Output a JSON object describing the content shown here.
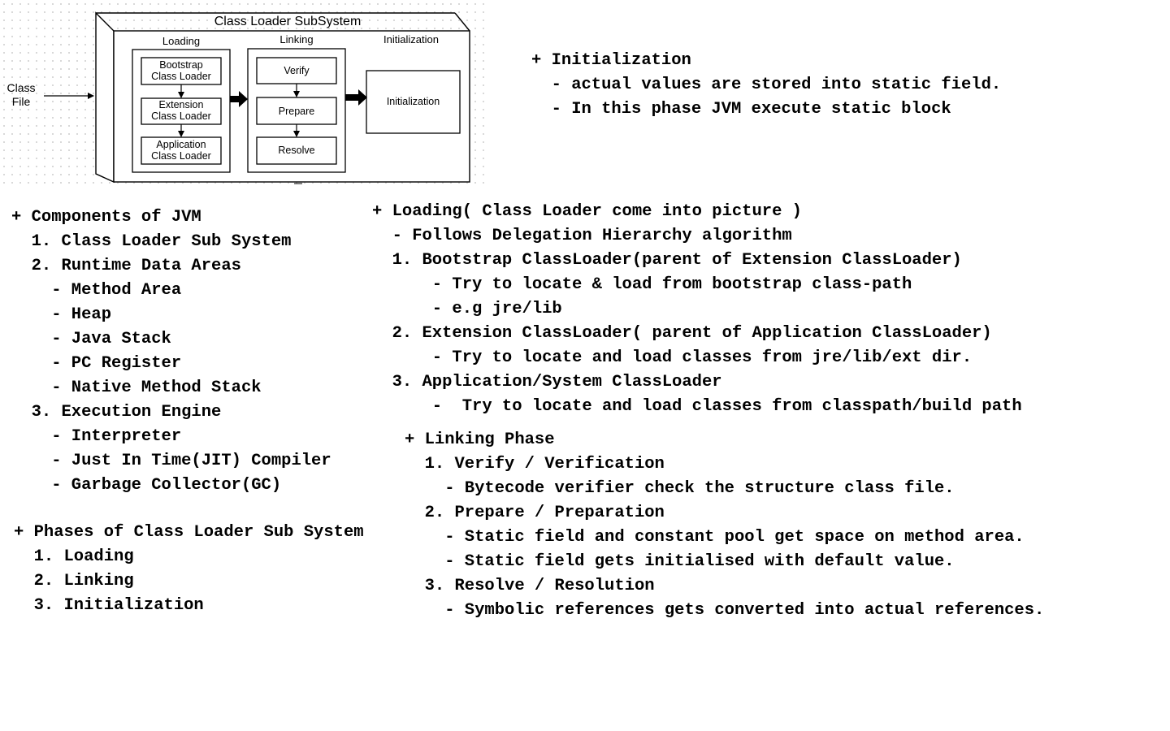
{
  "diagram": {
    "title": "Class Loader SubSystem",
    "input_label": "Class\nFile",
    "loading": {
      "header": "Loading",
      "boxes": [
        "Bootstrap\nClass Loader",
        "Extension\nClass Loader",
        "Application\nClass Loader"
      ]
    },
    "linking": {
      "header": "Linking",
      "boxes": [
        "Verify",
        "Prepare",
        "Resolve"
      ]
    },
    "initialization": {
      "header": "Initialization",
      "box": "Initialization"
    }
  },
  "notes": {
    "initialization": [
      "+ Initialization",
      "  - actual values are stored into static field.",
      "  - In this phase JVM execute static block"
    ],
    "components": [
      "+ Components of JVM",
      "  1. Class Loader Sub System",
      "  2. Runtime Data Areas",
      "    - Method Area",
      "    - Heap",
      "    - Java Stack",
      "    - PC Register",
      "    - Native Method Stack",
      "  3. Execution Engine",
      "    - Interpreter",
      "    - Just In Time(JIT) Compiler",
      "    - Garbage Collector(GC)"
    ],
    "phases": [
      "+ Phases of Class Loader Sub System",
      "  1. Loading",
      "  2. Linking",
      "  3. Initialization"
    ],
    "loading": [
      "+ Loading( Class Loader come into picture )",
      "  - Follows Delegation Hierarchy algorithm",
      "  1. Bootstrap ClassLoader(parent of Extension ClassLoader)",
      "      - Try to locate & load from bootstrap class-path",
      "      - e.g jre/lib",
      "  2. Extension ClassLoader( parent of Application ClassLoader)",
      "      - Try to locate and load classes from jre/lib/ext dir.",
      "  3. Application/System ClassLoader",
      "      -  Try to locate and load classes from classpath/build path"
    ],
    "linking": [
      "+ Linking Phase",
      "  1. Verify / Verification",
      "    - Bytecode verifier check the structure class file.",
      "  2. Prepare / Preparation",
      "    - Static field and constant pool get space on method area.",
      "    - Static field gets initialised with default value.",
      "  3. Resolve / Resolution",
      "    - Symbolic references gets converted into actual references."
    ]
  }
}
